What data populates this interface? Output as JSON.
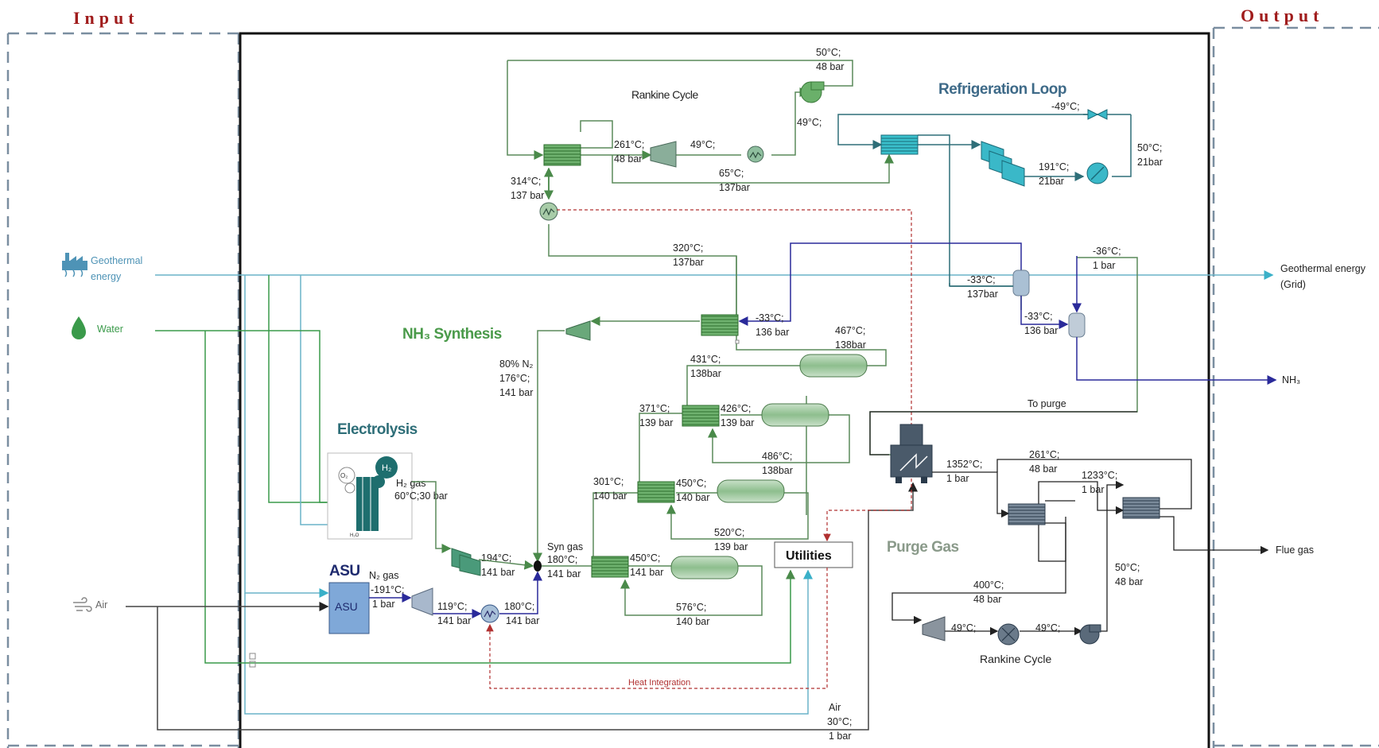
{
  "headers": {
    "input": "Input",
    "output": "Output"
  },
  "sections": {
    "rankine_top": "Rankine Cycle",
    "refrigeration": "Refrigeration Loop",
    "nh3_synthesis": "NH₃ Synthesis",
    "electrolysis": "Electrolysis",
    "asu": "ASU",
    "purge_gas": "Purge Gas",
    "rankine_bottom": "Rankine Cycle",
    "utilities": "Utilities",
    "heat_integration": "Heat Integration",
    "to_purge": "To purge",
    "syn_gas": "Syn gas",
    "h2_gas": "H₂ gas",
    "n2_gas": "N₂ gas",
    "asu_box": "ASU",
    "h2": "H₂",
    "o2": "O₂",
    "h2o": "H₂O"
  },
  "inputs": {
    "geothermal_1": "Geothermal",
    "geothermal_2": "energy",
    "water": "Water",
    "air": "Air"
  },
  "outputs": {
    "grid_1": "Geothermal energy",
    "grid_2": "(Grid)",
    "nh3": "NH₃",
    "flue_gas": "Flue gas"
  },
  "colors": {
    "header": "#a01c1c",
    "frame_dashed": "#7a8ea0",
    "green_line": "#5a8a5a",
    "green_section": "#4a9a4a",
    "teal_section": "#2e6e78",
    "refrig_title": "#3e6a88",
    "asu_blue": "#1e2a6e",
    "purge_gray": "#8a9a8a",
    "heat_red": "#b03030"
  },
  "labels": {
    "rt_50c": "50°C;",
    "rt_48bar": "48 bar",
    "rt_49c_pump": "49°C;",
    "rt_261c": "261°C;",
    "rt_48bar_b": "48 bar",
    "rt_49c": "49°C;",
    "rt_65c": "65°C;",
    "rt_137bar": "137bar",
    "rt_314c": "314°C;",
    "rt_137bar_b": "137 bar",
    "rf_m49c": "-49°C;",
    "rf_50c": "50°C;",
    "rf_21bar": "21bar",
    "rf_191c": "191°C;",
    "rf_21bar_b": "21bar",
    "nh_320c": "320°C;",
    "nh_137bar": "137bar",
    "nh_m36c": "-36°C;",
    "nh_1bar": "1 bar",
    "nh_m33c_a": "-33°C;",
    "nh_137bar_b": "137bar",
    "nh_m33c_b": "-33°C;",
    "nh_136bar_b": "136 bar",
    "nh_m33c_c": "-33°C;",
    "nh_136bar": "136 bar",
    "nh_467c": "467°C;",
    "nh_138bar": "138bar",
    "nh_431c": "431°C;",
    "nh_138bar_b": "138bar",
    "nh_80n2": "80% N₂",
    "nh_176c": "176°C;",
    "nh_141bar": "141 bar",
    "nh_371c": "371°C;",
    "nh_139bar": "139 bar",
    "nh_426c": "426°C;",
    "nh_139bar_b": "139 bar",
    "nh_486c": "486°C;",
    "nh_138bar_c": "138bar",
    "nh_301c": "301°C;",
    "nh_140bar": "140 bar",
    "nh_450c_a": "450°C;",
    "nh_140bar_b": "140 bar",
    "nh_520c": "520°C;",
    "nh_139bar_c": "139 bar",
    "nh_194c": "194°C;",
    "nh_141bar_b": "141 bar",
    "sg_180c": "180°C;",
    "sg_141bar": "141 bar",
    "nh_450c_b": "450°C;",
    "nh_141bar_c": "141 bar",
    "nh_576c": "576°C;",
    "nh_140bar_c": "140 bar",
    "el_60c": "60°C;30 bar",
    "asu_m191c": "-191°C;",
    "asu_1bar": "1 bar",
    "asu_119c": "119°C;",
    "asu_141bar": "141 bar",
    "asu_180c": "180°C;",
    "asu_141bar_b": "141 bar",
    "pg_1352c": "1352°C;",
    "pg_1bar": "1 bar",
    "pg_261c": "261°C;",
    "pg_48bar": "48 bar",
    "pg_1233c": "1233°C;",
    "pg_1bar_b": "1 bar",
    "pg_400c": "400°C;",
    "pg_48bar_b": "48 bar",
    "pg_50c": "50°C;",
    "pg_48bar_c": "48 bar",
    "pg_49c_a": "49°C;",
    "pg_49c_b": "49°C;",
    "air_lbl": "Air",
    "air_30c": "30°C;",
    "air_1bar": "1 bar"
  }
}
